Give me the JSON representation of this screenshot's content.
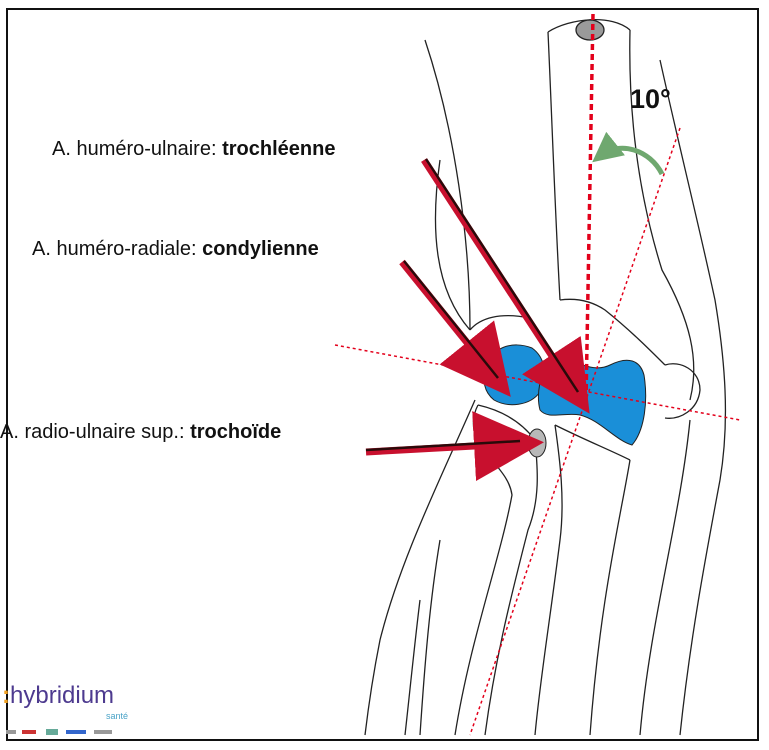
{
  "labels": {
    "humero_ulnaire_prefix": "A. huméro-ulnaire: ",
    "humero_ulnaire_type": "trochléenne",
    "humero_radiale_prefix": "A. huméro-radiale: ",
    "humero_radiale_type": "condylienne",
    "radio_ulnaire_prefix": "A. radio-ulnaire sup.: ",
    "radio_ulnaire_type": "trochoïde"
  },
  "angle_label": "10°",
  "logo": {
    "brand": "hybridium",
    "sub": "santé"
  },
  "colors": {
    "arrow": "#c8102e",
    "cartilage": "#1a8fd8",
    "axis": "#e3001b",
    "bone_outline": "#222222",
    "curved_arrow": "#6fa86f",
    "contact_grey": "#b8b8b8"
  }
}
